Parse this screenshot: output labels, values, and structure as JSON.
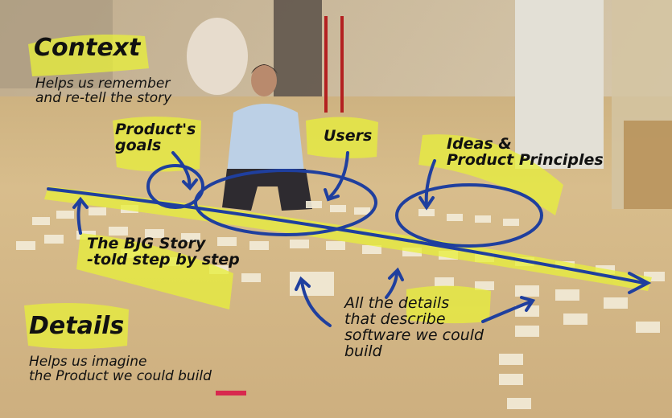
{
  "annotations": {
    "context_title": "Context",
    "context_desc": "Helps us remember\nand re-tell the story",
    "product_goals": "Product's\ngoals",
    "users": "Users",
    "ideas": "Ideas &\nProduct Principles",
    "story": "The BJG Story\n-told step by step",
    "details_title": "Details",
    "details_desc": "Helps us imagine\nthe Product we could build",
    "all_details": "All the details\nthat describe\nsoftware we could\nbuild"
  },
  "colors": {
    "highlighter": "#e8f03a",
    "ink_blue": "#1f3f9e",
    "floor": "#d2b483",
    "sticky_note": "#f3ecd9"
  }
}
